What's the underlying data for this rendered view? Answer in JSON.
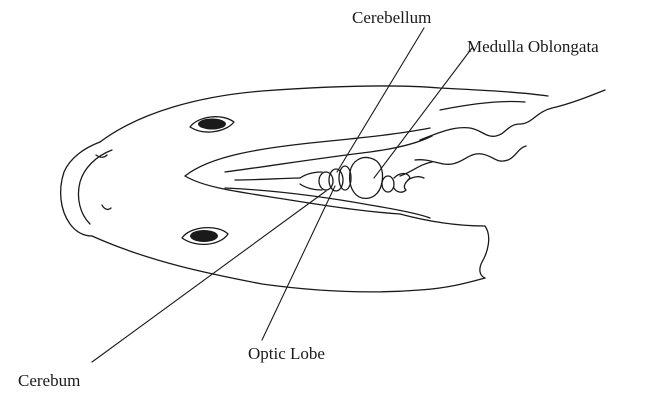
{
  "labels": {
    "cerebellum": "Cerebellum",
    "medulla": "Medulla Oblongata",
    "optic_lobe": "Optic Lobe",
    "cerebrum": "Cerebum"
  },
  "colors": {
    "ink": "#1a1a1a",
    "background": "#ffffff"
  }
}
